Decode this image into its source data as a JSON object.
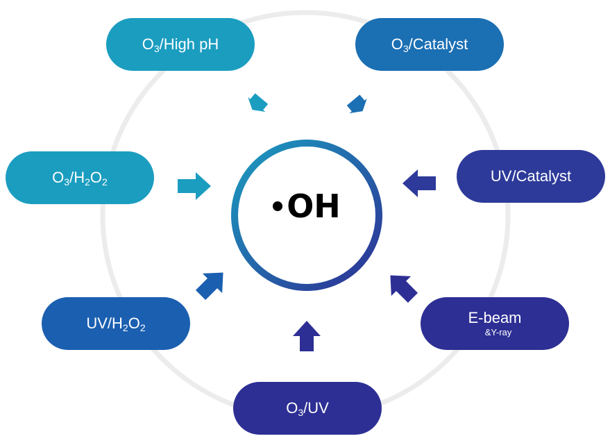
{
  "center": {
    "dot": "•",
    "label": "OH"
  },
  "methods": [
    {
      "id": "o3-high-ph",
      "parts": [
        "O",
        "3",
        "/High pH"
      ],
      "color": "#1b9dc0"
    },
    {
      "id": "o3-catalyst",
      "parts": [
        "O",
        "3",
        "/Catalyst"
      ],
      "color": "#1b6fb3"
    },
    {
      "id": "o3-h2o2",
      "parts": [
        "O",
        "3",
        "/H",
        "2",
        "O",
        "2"
      ],
      "color": "#1b9dc0"
    },
    {
      "id": "uv-catalyst",
      "parts": [
        "UV/Catalyst"
      ],
      "color": "#2d3a9a"
    },
    {
      "id": "uv-h2o2",
      "parts": [
        "UV/H",
        "2",
        "O",
        "2"
      ],
      "color": "#1b5fb0"
    },
    {
      "id": "e-beam",
      "parts": [
        "E-beam"
      ],
      "sub": "&Y-ray",
      "color": "#2d2f94"
    },
    {
      "id": "o3-uv",
      "parts": [
        "O",
        "3",
        "/UV"
      ],
      "color": "#2d2f94"
    }
  ],
  "colors": {
    "ring": "#ededed",
    "circle_start": "#1b9dc0",
    "circle_end": "#2d2f94"
  }
}
